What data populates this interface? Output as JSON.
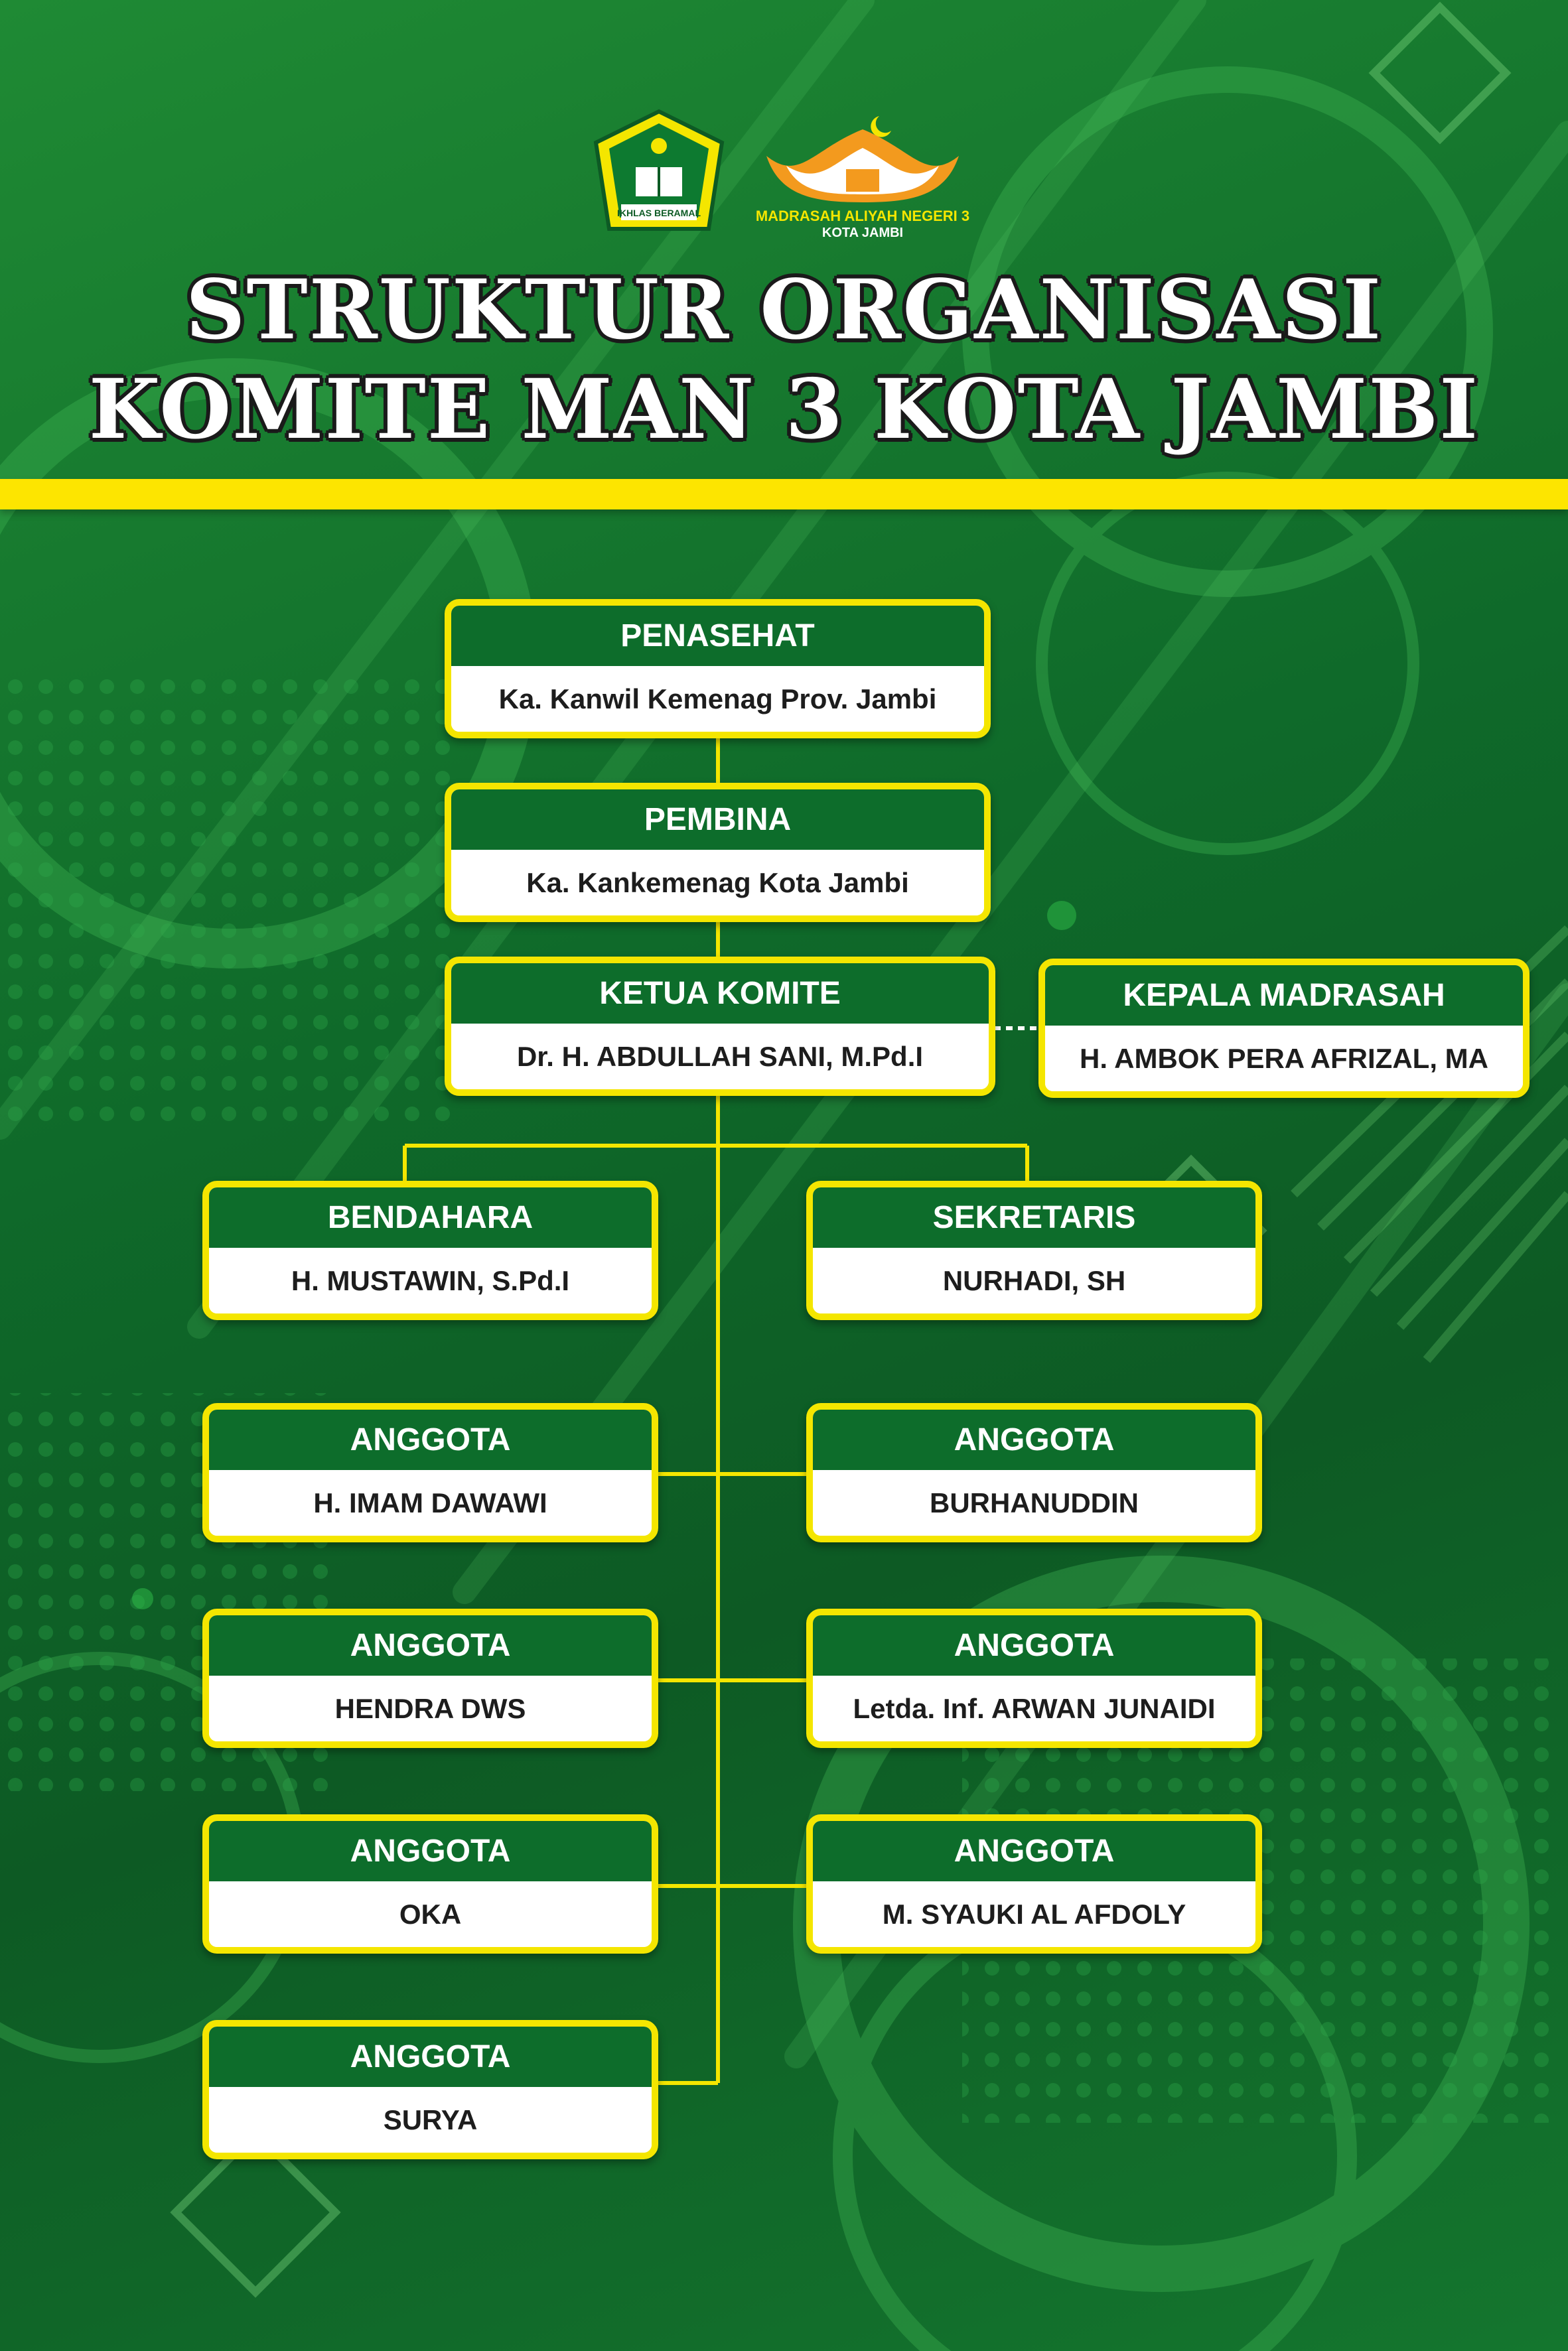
{
  "header": {
    "logo_left_text": "IKHLAS BERAMAL",
    "logo_right_line1": "MADRASAH ALIYAH NEGERI 3",
    "logo_right_line2": "KOTA JAMBI",
    "title_line1": "STRUKTUR ORGANISASI",
    "title_line2": "KOMITE MAN 3 KOTA JAMBI"
  },
  "colors": {
    "accent_yellow": "#f4e600",
    "header_green": "#0d6d2b",
    "background_green": "#14762e"
  },
  "org": {
    "penasehat": {
      "role": "PENASEHAT",
      "name": "Ka. Kanwil Kemenag Prov. Jambi"
    },
    "pembina": {
      "role": "PEMBINA",
      "name": "Ka. Kankemenag Kota Jambi"
    },
    "ketua": {
      "role": "KETUA KOMITE",
      "name": "Dr. H. ABDULLAH SANI, M.Pd.I"
    },
    "kepala": {
      "role": "KEPALA MADRASAH",
      "name": "H. AMBOK PERA AFRIZAL, MA"
    },
    "bendahara": {
      "role": "BENDAHARA",
      "name": "H. MUSTAWIN, S.Pd.I"
    },
    "sekretaris": {
      "role": "SEKRETARIS",
      "name": "NURHADI, SH"
    },
    "anggota": [
      {
        "role": "ANGGOTA",
        "name": "H. IMAM DAWAWI"
      },
      {
        "role": "ANGGOTA",
        "name": "BURHANUDDIN"
      },
      {
        "role": "ANGGOTA",
        "name": "HENDRA DWS"
      },
      {
        "role": "ANGGOTA",
        "name": "Letda. Inf. ARWAN JUNAIDI"
      },
      {
        "role": "ANGGOTA",
        "name": "OKA"
      },
      {
        "role": "ANGGOTA",
        "name": "M. SYAUKI AL AFDOLY"
      },
      {
        "role": "ANGGOTA",
        "name": "SURYA"
      }
    ]
  }
}
